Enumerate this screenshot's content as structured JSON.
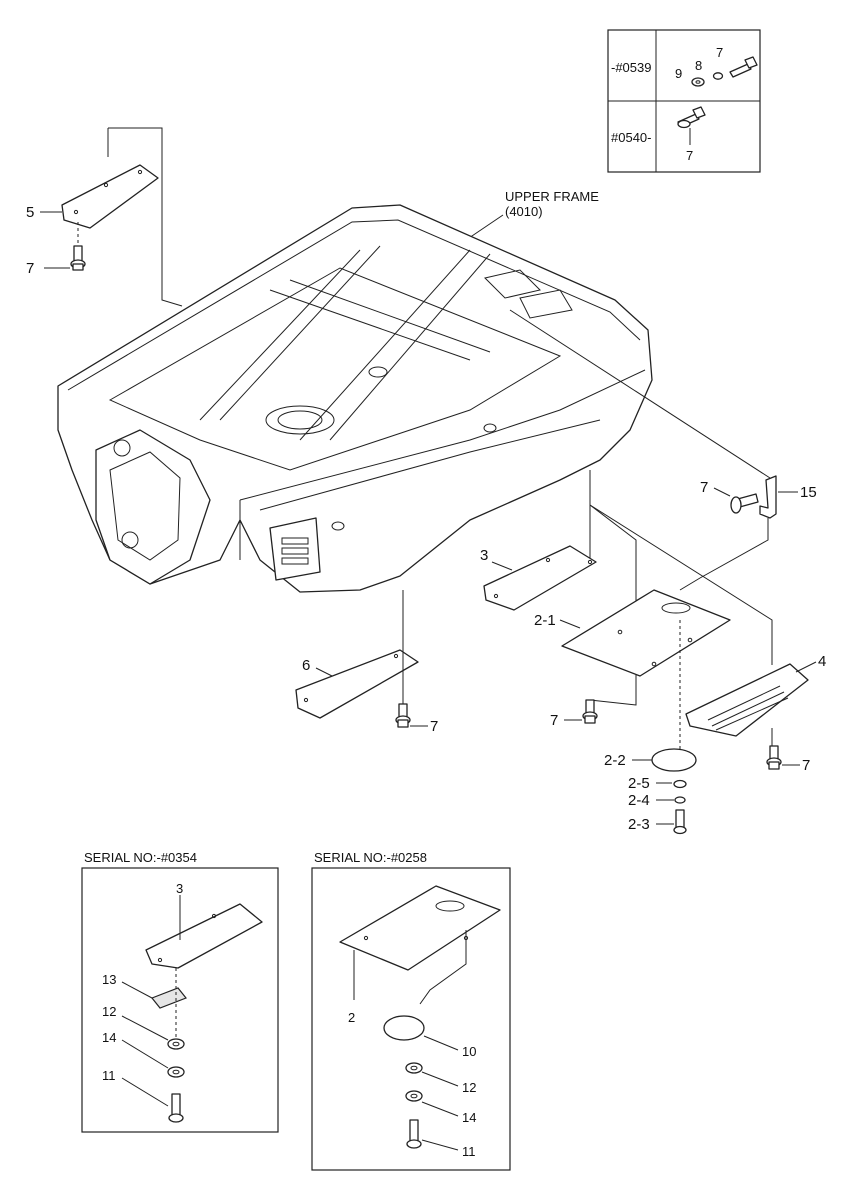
{
  "serial_table": {
    "row1_label": "-#0539",
    "row2_label": "#0540-",
    "row1_parts": [
      "9",
      "8",
      "7"
    ],
    "row2_parts": [
      "7"
    ]
  },
  "upper_frame": {
    "line1": "UPPER FRAME",
    "line2": "(4010)"
  },
  "callouts": {
    "c5": "5",
    "c7a": "7",
    "c7b": "7",
    "c15": "15",
    "c3": "3",
    "c2_1": "2-1",
    "c4": "4",
    "c6": "6",
    "c7c": "7",
    "c7d": "7",
    "c7e": "7",
    "c2_2": "2-2",
    "c2_5": "2-5",
    "c2_4": "2-4",
    "c2_3": "2-3"
  },
  "inset_left": {
    "title": "SERIAL NO:-#0354",
    "c3": "3",
    "c13": "13",
    "c12": "12",
    "c14": "14",
    "c11": "11"
  },
  "inset_right": {
    "title": "SERIAL NO:-#0258",
    "c2": "2",
    "c10": "10",
    "c12": "12",
    "c14": "14",
    "c11": "11"
  }
}
